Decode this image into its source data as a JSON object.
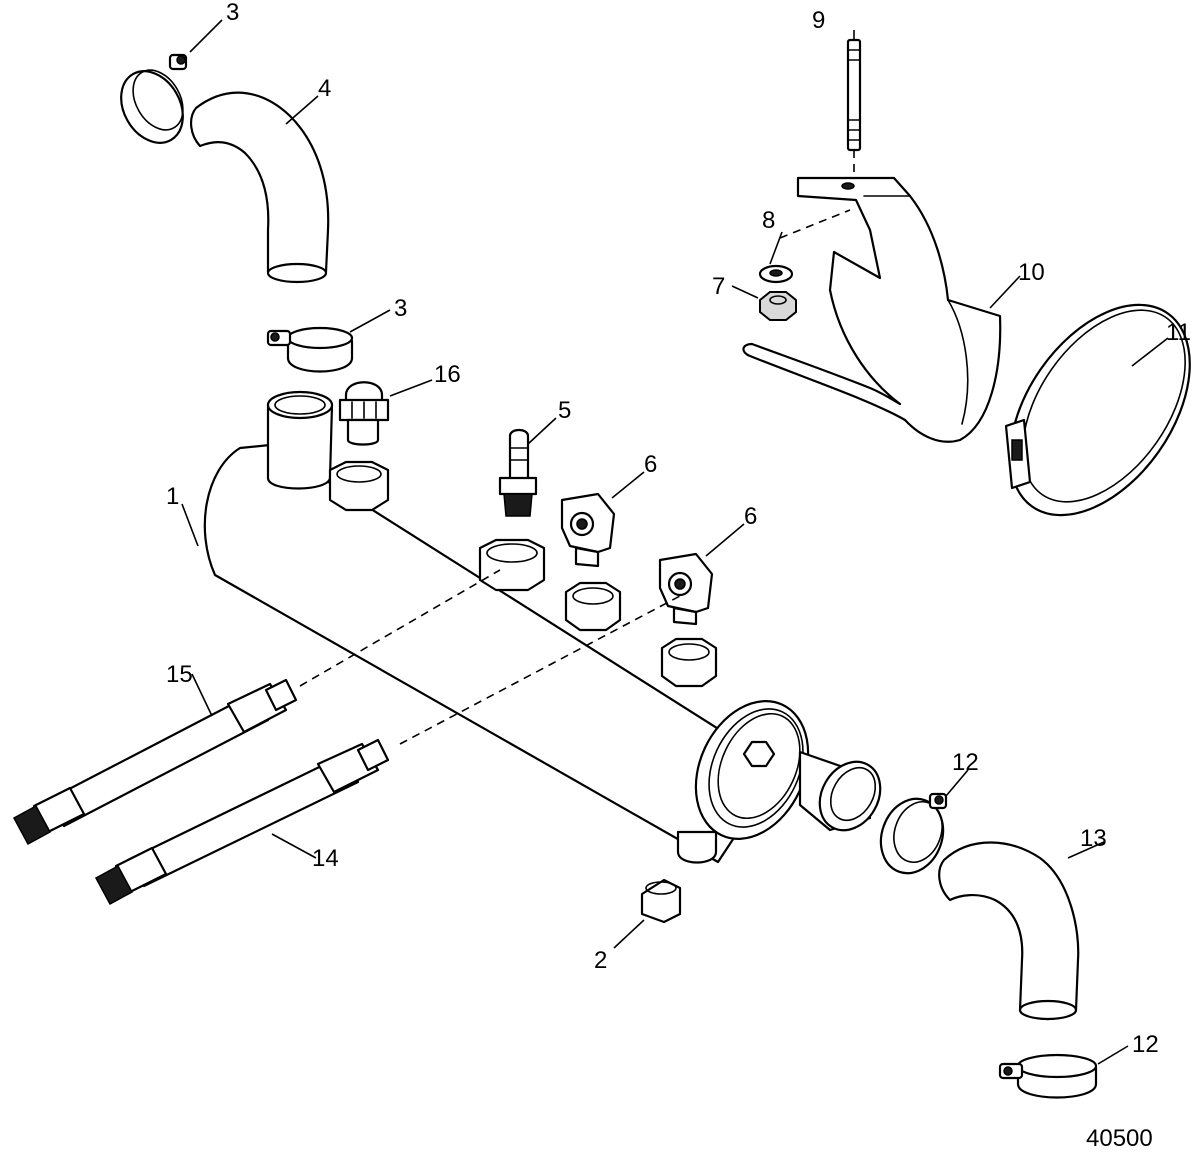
{
  "callouts": {
    "c1": "1",
    "c2": "2",
    "c3a": "3",
    "c3b": "3",
    "c4": "4",
    "c5": "5",
    "c6a": "6",
    "c6b": "6",
    "c7": "7",
    "c8": "8",
    "c9": "9",
    "c10": "10",
    "c11": "11",
    "c12a": "12",
    "c12b": "12",
    "c13": "13",
    "c14": "14",
    "c15": "15",
    "c16": "16"
  },
  "figure_number": "40500"
}
